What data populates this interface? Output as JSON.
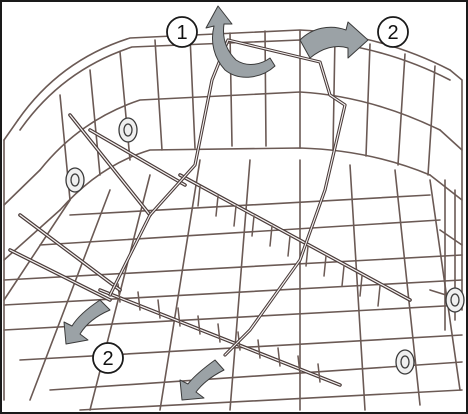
{
  "illustration": {
    "subject": "dishwasher-basket-adjustable-rack",
    "step_markers": [
      {
        "id": "marker-1-top",
        "label": "1"
      },
      {
        "id": "marker-2-top",
        "label": "2"
      },
      {
        "id": "marker-2-bottom",
        "label": "2"
      }
    ],
    "colors": {
      "frame": "#1a1a1a",
      "wire": "#6b5a55",
      "wire_highlight": "#f2eeee",
      "arrow_fill": "#9ba2a6"
    }
  }
}
